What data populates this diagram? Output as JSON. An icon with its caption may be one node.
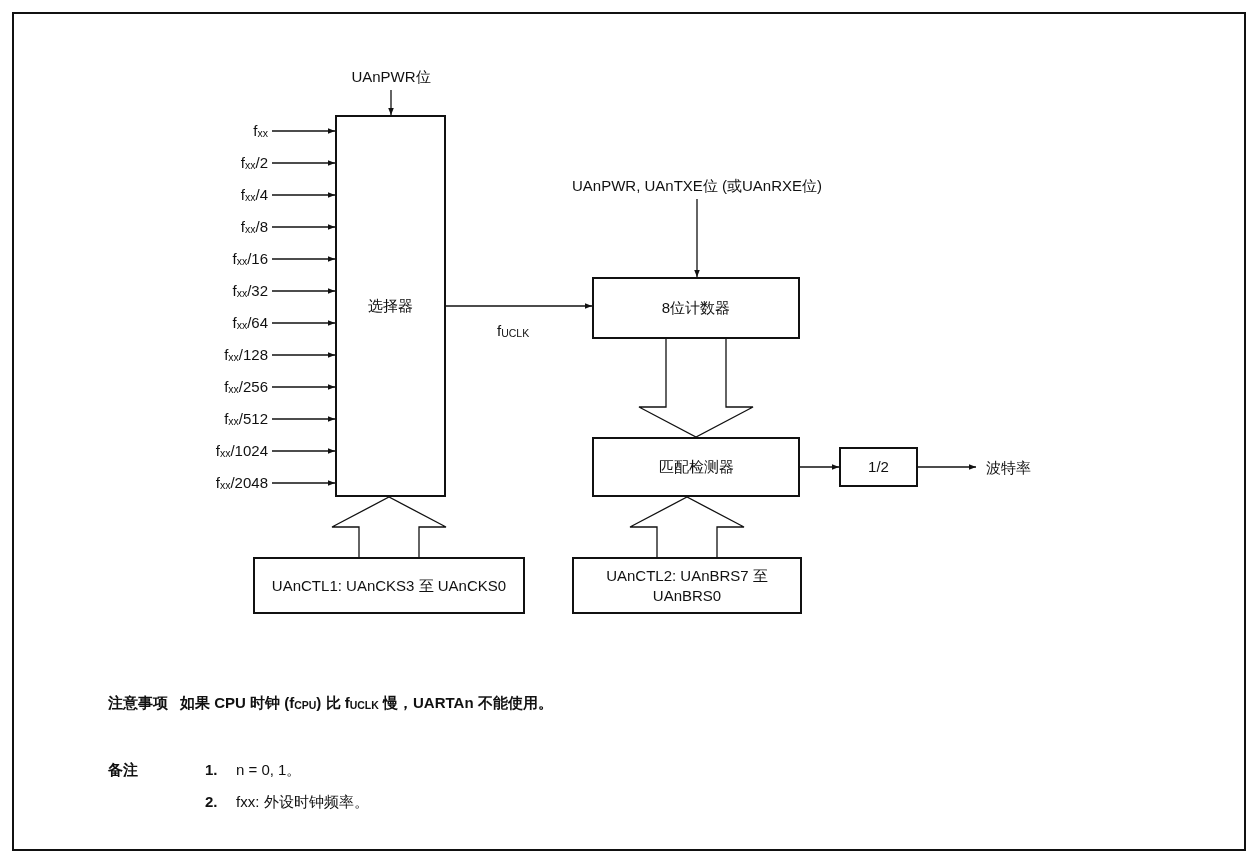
{
  "diagram": {
    "nodes": [
      {
        "text": [
          "UAnPWR位"
        ]
      },
      {
        "text": [
          "选择器"
        ]
      },
      {
        "text": [
          "f$_{xx}$"
        ]
      },
      {
        "text": [
          "f$_{xx}$/2"
        ]
      },
      {
        "text": [
          "f$_{xx}$/4"
        ]
      },
      {
        "text": [
          "f$_{xx}$/8"
        ]
      },
      {
        "text": [
          "f$_{xx}$/16"
        ]
      },
      {
        "text": [
          "f$_{xx}$/32"
        ]
      },
      {
        "text": [
          "f$_{xx}$/64"
        ]
      },
      {
        "text": [
          "f$_{xx}$/128"
        ]
      },
      {
        "text": [
          "f$_{xx}$/256"
        ]
      },
      {
        "text": [
          "f$_{xx}$/512"
        ]
      },
      {
        "text": [
          "f$_{xx}$/1024"
        ]
      },
      {
        "text": [
          "f$_{xx}$/2048"
        ]
      },
      {
        "text": [
          "UAnPWR, UAnTXE位 (或UAnRXE位)"
        ]
      },
      {
        "text": [
          "8位计数器"
        ]
      },
      {
        "text": [
          "匹配检测器"
        ]
      },
      {
        "text": [
          "1/2"
        ]
      },
      {
        "text": [
          "波特率"
        ]
      },
      {
        "text": [
          "UAnCTL1: UAnCKS3 至 UAnCKS0"
        ]
      },
      {
        "text": [
          "UAnCTL2: UAnBRS7 至 UAnBRS0"
        ]
      }
    ],
    "edges": [
      {
        "from": 0,
        "to": 1,
        "arrow": "to"
      },
      {
        "from": 2,
        "to": 1,
        "arrow": "to"
      },
      {
        "from": 3,
        "to": 1,
        "arrow": "to"
      },
      {
        "from": 4,
        "to": 1,
        "arrow": "to"
      },
      {
        "from": 5,
        "to": 1,
        "arrow": "to"
      },
      {
        "from": 6,
        "to": 1,
        "arrow": "to"
      },
      {
        "from": 7,
        "to": 1,
        "arrow": "to"
      },
      {
        "from": 8,
        "to": 1,
        "arrow": "to"
      },
      {
        "from": 9,
        "to": 1,
        "arrow": "to"
      },
      {
        "from": 10,
        "to": 1,
        "arrow": "to"
      },
      {
        "from": 11,
        "to": 1,
        "arrow": "to"
      },
      {
        "from": 12,
        "to": 1,
        "arrow": "to"
      },
      {
        "from": 13,
        "to": 1,
        "arrow": "to"
      },
      {
        "from": 1,
        "to": 15,
        "arrow": "to",
        "label": "f$_{UCLK}$"
      },
      {
        "from": 14,
        "to": 15,
        "arrow": "to"
      },
      {
        "from": 15,
        "to": 16,
        "arrow": "to",
        "style": "thick"
      },
      {
        "from": 19,
        "to": 1,
        "arrow": "to",
        "style": "thick"
      },
      {
        "from": 20,
        "to": 16,
        "arrow": "to",
        "style": "thick"
      },
      {
        "from": 16,
        "to": 17,
        "arrow": "to"
      },
      {
        "from": 17,
        "to": 18,
        "arrow": "to"
      }
    ],
    "labels": [
      "注意事项",
      "如果 CPU 时钟 (f$_{CPU}$) 比 f$_{UCLK}$ 慢，UARTAn 不能使用。",
      "备注",
      "1.",
      "n = 0, 1。",
      "2.",
      "fxx: 外设时钟频率。"
    ]
  }
}
